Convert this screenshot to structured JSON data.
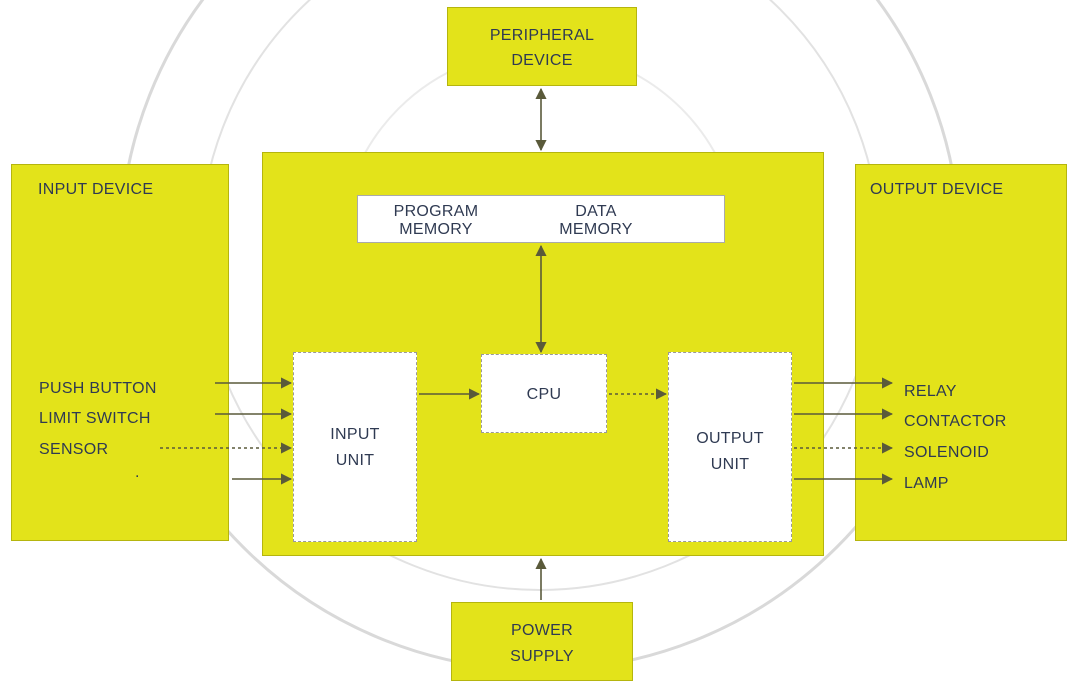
{
  "peripheral": {
    "line1": "PERIPHERAL",
    "line2": "DEVICE"
  },
  "input_device": {
    "title": "INPUT DEVICE",
    "items": [
      "PUSH BUTTON",
      "LIMIT SWITCH",
      "SENSOR",
      "."
    ]
  },
  "output_device": {
    "title": "OUTPUT DEVICE",
    "items": [
      "RELAY",
      "CONTACTOR",
      "SOLENOID",
      "LAMP"
    ]
  },
  "memory": {
    "program_line1": "PROGRAM",
    "program_line2": "MEMORY",
    "data_line1": "DATA",
    "data_line2": "MEMORY"
  },
  "cpu": {
    "label": "CPU"
  },
  "input_unit": {
    "line1": "INPUT",
    "line2": "UNIT"
  },
  "output_unit": {
    "line1": "OUTPUT",
    "line2": "UNIT"
  },
  "power_supply": {
    "line1": "POWER",
    "line2": "SUPPLY"
  },
  "colors": {
    "block_fill": "#e3e31a",
    "text": "#2f3a52",
    "arrow": "#5a5a3a"
  }
}
